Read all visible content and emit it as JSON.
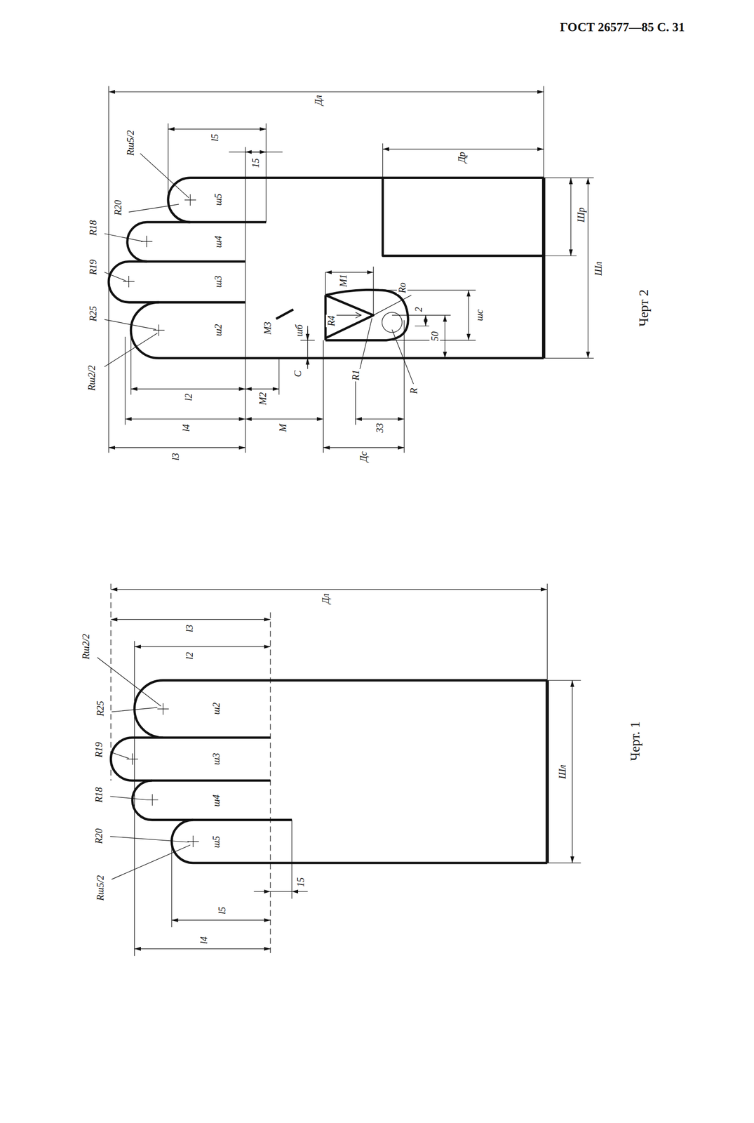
{
  "diagram": {
    "labels": [
      "ГОСТ 26577—85 С. 31",
      "Дл",
      "l5",
      "15",
      "Др",
      "Rш5/2",
      "R20",
      "ш5",
      "R18",
      "ш4",
      "M1",
      "R19",
      "ш3",
      "Rо",
      "R25",
      "ш2",
      "шб",
      "R4",
      "2",
      "шс",
      "M3",
      "Шр",
      "Шл",
      "Rш2/2",
      "l2",
      "M2",
      "C",
      "R1",
      "50",
      "R",
      "l4",
      "M",
      "33",
      "l3",
      "Дс",
      "Черт 2",
      "Дл",
      "Rш2/2",
      "l3",
      "l2",
      "R25",
      "ш2",
      "R19",
      "ш3",
      "R18",
      "ш4",
      "R20",
      "ш5",
      "Шл",
      "Rш5/2",
      "15",
      "l5",
      "l4",
      "Черт. 1"
    ]
  }
}
